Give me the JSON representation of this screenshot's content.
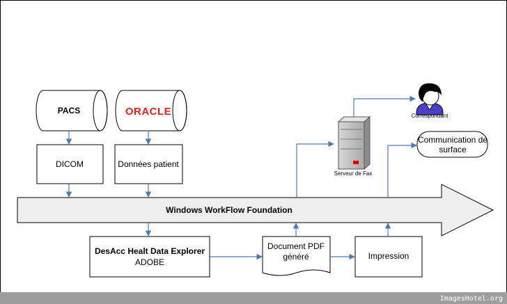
{
  "sources": {
    "pacs": "PACS",
    "oracle": "ORACLE"
  },
  "boxes": {
    "dicom": "DICOM",
    "patient_data": "Données patient",
    "explorer_title": "DesAcc Healt Data Explorer",
    "explorer_sub": "ADOBE",
    "document_line1": "Document PDF",
    "document_line2": "généré",
    "printing": "Impression",
    "comm_line1": "Communication de",
    "comm_line2": "surface"
  },
  "workflow": {
    "label": "Windows WorkFlow Foundation"
  },
  "fax": {
    "label": "Serveur de Fax"
  },
  "correspondent": {
    "label": "Correspondant"
  },
  "footer": {
    "watermark": "ImagesHotel.org"
  },
  "colors": {
    "arrow": "#4a7ab5",
    "oracle_red": "#e2231a",
    "bar_fill": "#eeeeee",
    "footer_bg": "#9e9e9e"
  }
}
